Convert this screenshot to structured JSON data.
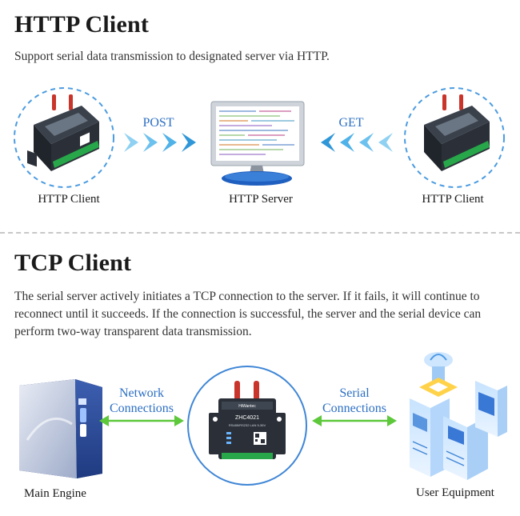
{
  "http": {
    "title": "HTTP Client",
    "description": "Support serial data transmission to designated server via HTTP.",
    "left_label": "HTTP Client",
    "center_label": "HTTP Server",
    "right_label": "HTTP Client",
    "post_label": "POST",
    "get_label": "GET"
  },
  "tcp": {
    "title": "TCP Client",
    "description": "The serial server actively initiates a TCP connection to the server. If it fails, it will continue to reconnect until it succeeds. If the connection is successful, the server and the serial device can perform two-way transparent data transmission.",
    "network_line1": "Network",
    "network_line2": "Connections",
    "serial_line1": "Serial",
    "serial_line2": "Connections",
    "main_label": "Main Engine",
    "user_label": "User Equipment",
    "device_model": "ZHC4021",
    "device_brand": "HiWantec",
    "device_spec": "RS485/RS232 LAN 5-36V"
  },
  "colors": {
    "accent_blue": "#2c6fc4",
    "arrow_cyan": "#4fb2e8",
    "arrow_green": "#5cc83a",
    "device_dark": "#2b3038",
    "terminal_green": "#27a74a",
    "antenna_red": "#c9342b"
  }
}
